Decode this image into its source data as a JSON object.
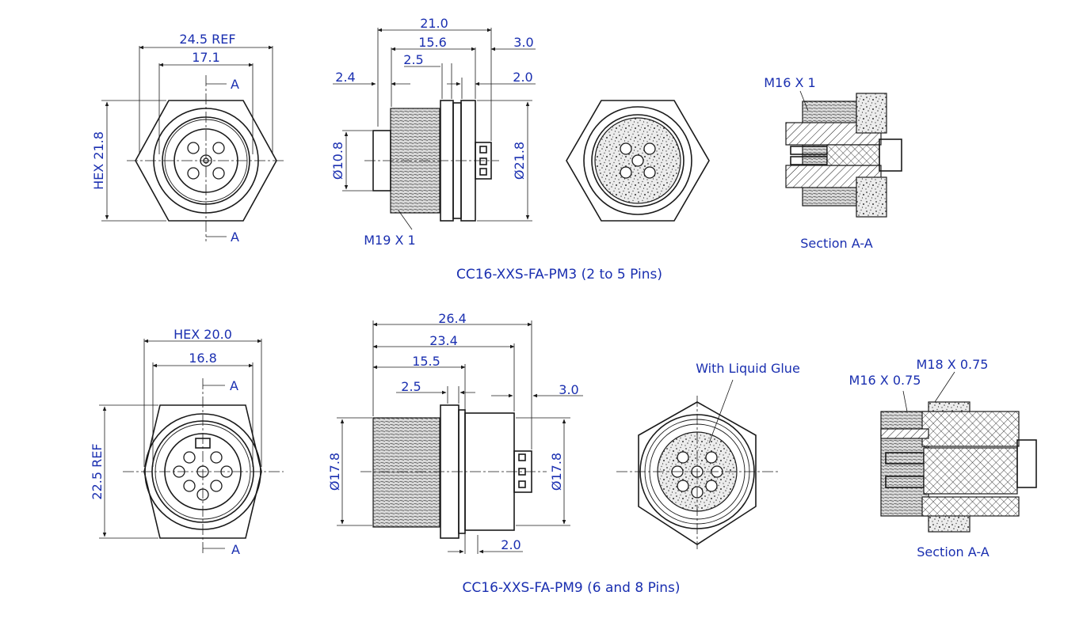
{
  "colors": {
    "annotation": "#1a2fb0",
    "linework": "#1a1a1a",
    "background": "#ffffff"
  },
  "top": {
    "caption": "CC16-XXS-FA-PM3 (2 to 5 Pins)",
    "front": {
      "width_ref": "24.5 REF",
      "width_inner": "17.1",
      "hex": "HEX 21.8",
      "section_top": "A",
      "section_bottom": "A"
    },
    "side": {
      "d_21": "21.0",
      "d_15_6": "15.6",
      "d_3_0": "3.0",
      "d_2_5": "2.5",
      "d_2_4": "2.4",
      "d_2_0": "2.0",
      "dia_left": "Ø10.8",
      "dia_right": "Ø21.8",
      "thread": "M19 X 1"
    },
    "section": {
      "thread": "M16 X 1",
      "label": "Section A-A"
    }
  },
  "bottom": {
    "caption": "CC16-XXS-FA-PM9 (6 and 8 Pins)",
    "front": {
      "hex": "HEX 20.0",
      "width_inner": "16.8",
      "height_ref": "22.5 REF",
      "section_top": "A",
      "section_bottom": "A"
    },
    "side": {
      "d_26_4": "26.4",
      "d_23_4": "23.4",
      "d_15_5": "15.5",
      "d_2_5": "2.5",
      "d_3_0": "3.0",
      "d_2_0": "2.0",
      "dia_left": "Ø17.8",
      "dia_right": "Ø17.8"
    },
    "rear": {
      "note": "With Liquid Glue"
    },
    "section": {
      "thread_left": "M16 X 0.75",
      "thread_right": "M18 X 0.75",
      "label": "Section A-A"
    }
  }
}
